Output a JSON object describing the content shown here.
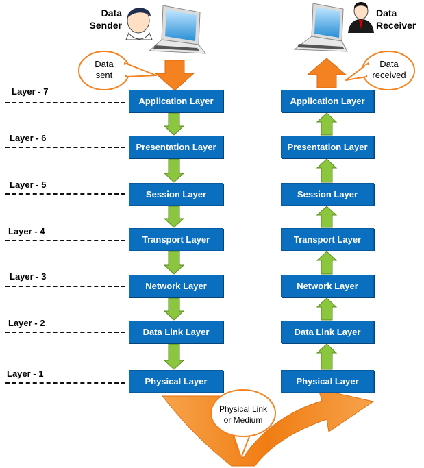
{
  "sender": {
    "line1": "Data",
    "line2": "Sender"
  },
  "receiver": {
    "line1": "Data",
    "line2": "Receiver"
  },
  "callouts": {
    "sent": {
      "line1": "Data",
      "line2": "sent"
    },
    "received": {
      "line1": "Data",
      "line2": "received"
    },
    "medium": {
      "line1": "Physical Link",
      "line2": "or Medium"
    }
  },
  "layer_tags": [
    "Layer - 7",
    "Layer - 6",
    "Layer - 5",
    "Layer - 4",
    "Layer - 3",
    "Layer - 2",
    "Layer - 1"
  ],
  "sender_stack": [
    "Application Layer",
    "Presentation Layer",
    "Session Layer",
    "Transport Layer",
    "Network Layer",
    "Data Link Layer",
    "Physical Layer"
  ],
  "receiver_stack": [
    "Application Layer",
    "Presentation Layer",
    "Session Layer",
    "Transport Layer",
    "Network Layer",
    "Data Link Layer",
    "Physical Layer"
  ],
  "colors": {
    "layer_box": "#0b6fc0",
    "down_arrow": "#8cc63f",
    "up_arrow": "#8cc63f",
    "flow_orange": "#f58220",
    "callout_border": "#f58220"
  }
}
